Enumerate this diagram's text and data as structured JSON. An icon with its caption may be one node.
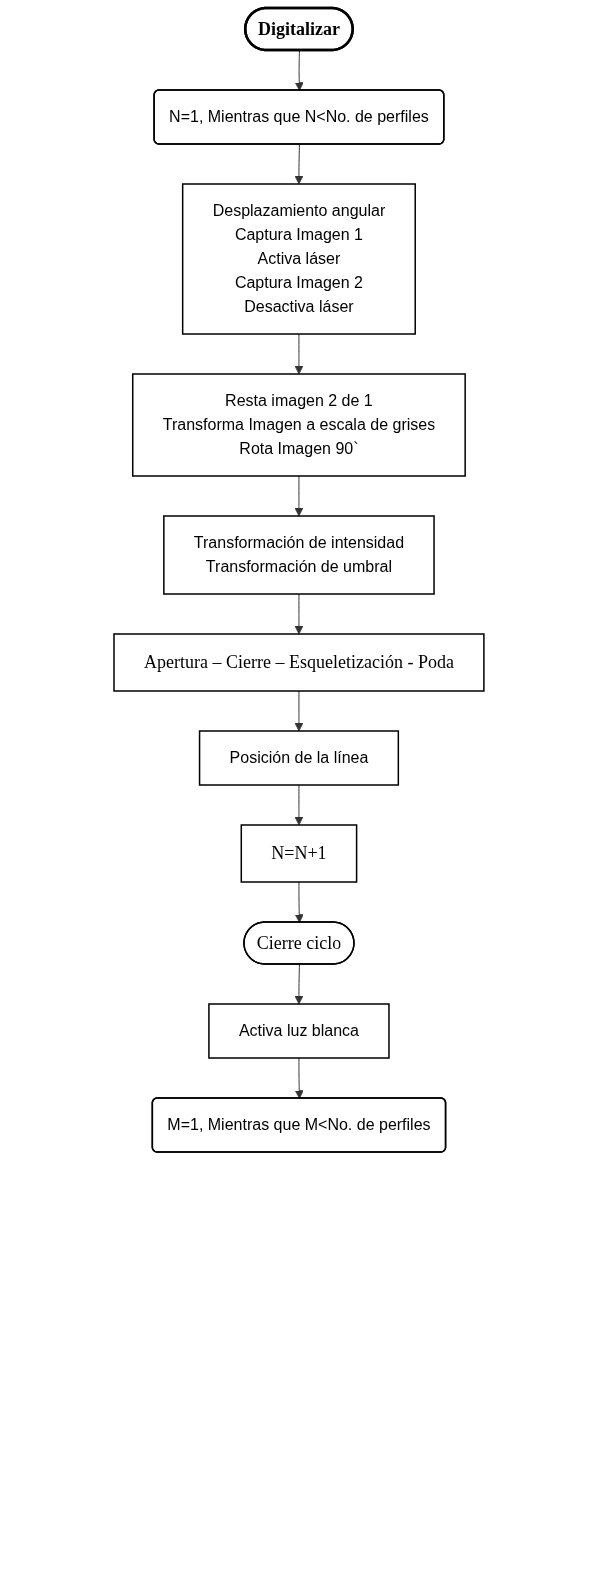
{
  "diagram": {
    "nodes": [
      {
        "text": [
          "Digitalizar"
        ]
      },
      {
        "text": [
          "N=1, Mientras que N<No. de perfiles"
        ]
      },
      {
        "text": [
          "Desplazamiento angular",
          "Captura Imagen 1",
          "Activa láser",
          "Captura Imagen 2",
          "Desactiva láser"
        ]
      },
      {
        "text": [
          "Resta imagen 2 de 1",
          "Transforma Imagen a escala de grises",
          "Rota Imagen 90`"
        ]
      },
      {
        "text": [
          "Transformación de intensidad",
          "Transformación de umbral"
        ]
      },
      {
        "text": [
          "Apertura – Cierre – Esqueletización - Poda"
        ]
      },
      {
        "text": [
          "Posición de la línea"
        ]
      },
      {
        "text": [
          "N=N+1"
        ]
      },
      {
        "text": [
          "Cierre ciclo"
        ]
      },
      {
        "text": [
          "Activa luz blanca"
        ]
      },
      {
        "text": [
          "M=1, Mientras que M<No. de perfiles"
        ]
      }
    ],
    "edges": [
      {
        "from": 0,
        "to": 1,
        "arrow": "to"
      },
      {
        "from": 1,
        "to": 2,
        "arrow": "to"
      },
      {
        "from": 2,
        "to": 3,
        "arrow": "to"
      },
      {
        "from": 3,
        "to": 4,
        "arrow": "to"
      },
      {
        "from": 4,
        "to": 5,
        "arrow": "to"
      },
      {
        "from": 5,
        "to": 6,
        "arrow": "to"
      },
      {
        "from": 6,
        "to": 7,
        "arrow": "to"
      },
      {
        "from": 7,
        "to": 8,
        "arrow": "to"
      },
      {
        "from": 8,
        "to": 9,
        "arrow": "to"
      },
      {
        "from": 9,
        "to": 10,
        "arrow": "to"
      }
    ]
  }
}
